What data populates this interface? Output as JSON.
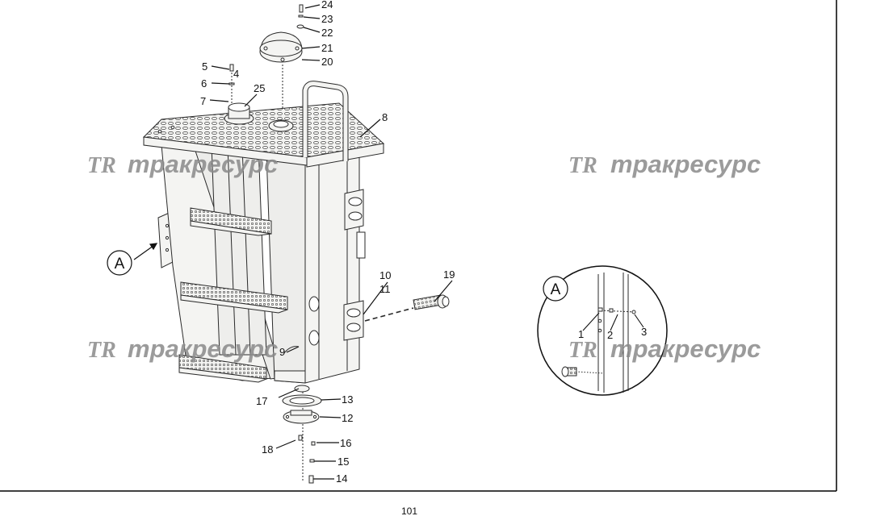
{
  "callouts": {
    "c1": "1",
    "c2": "2",
    "c3": "3",
    "c4": "4",
    "c5": "5",
    "c6": "6",
    "c7": "7",
    "c8": "8",
    "c9": "9",
    "c10": "10",
    "c11": "11",
    "c12": "12",
    "c13": "13",
    "c14": "14",
    "c15": "15",
    "c16": "16",
    "c17": "17",
    "c18": "18",
    "c19": "19",
    "c20": "20",
    "c21": "21",
    "c22": "22",
    "c23": "23",
    "c24": "24",
    "c25": "25"
  },
  "view_labels": {
    "main": "A",
    "detail": "A"
  },
  "watermark": {
    "logo": "TR",
    "text": "тракресурс"
  },
  "page_number": "101",
  "colors": {
    "line": "#2a2a2a",
    "fill": "#f4f4f2",
    "frame": "#000000",
    "watermark": "#8a8a8a"
  }
}
